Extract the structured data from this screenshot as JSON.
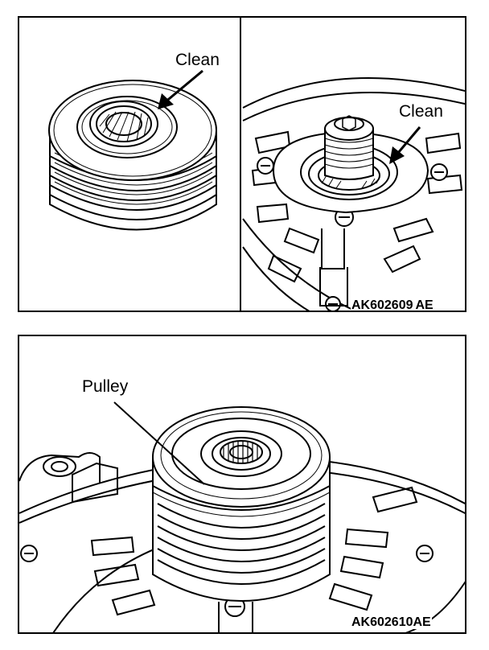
{
  "figure1": {
    "left_label": "Clean",
    "right_label": "Clean",
    "code": "AK602609",
    "code_suffix": "AE"
  },
  "figure2": {
    "label": "Pulley",
    "code": "AK602610AE"
  }
}
